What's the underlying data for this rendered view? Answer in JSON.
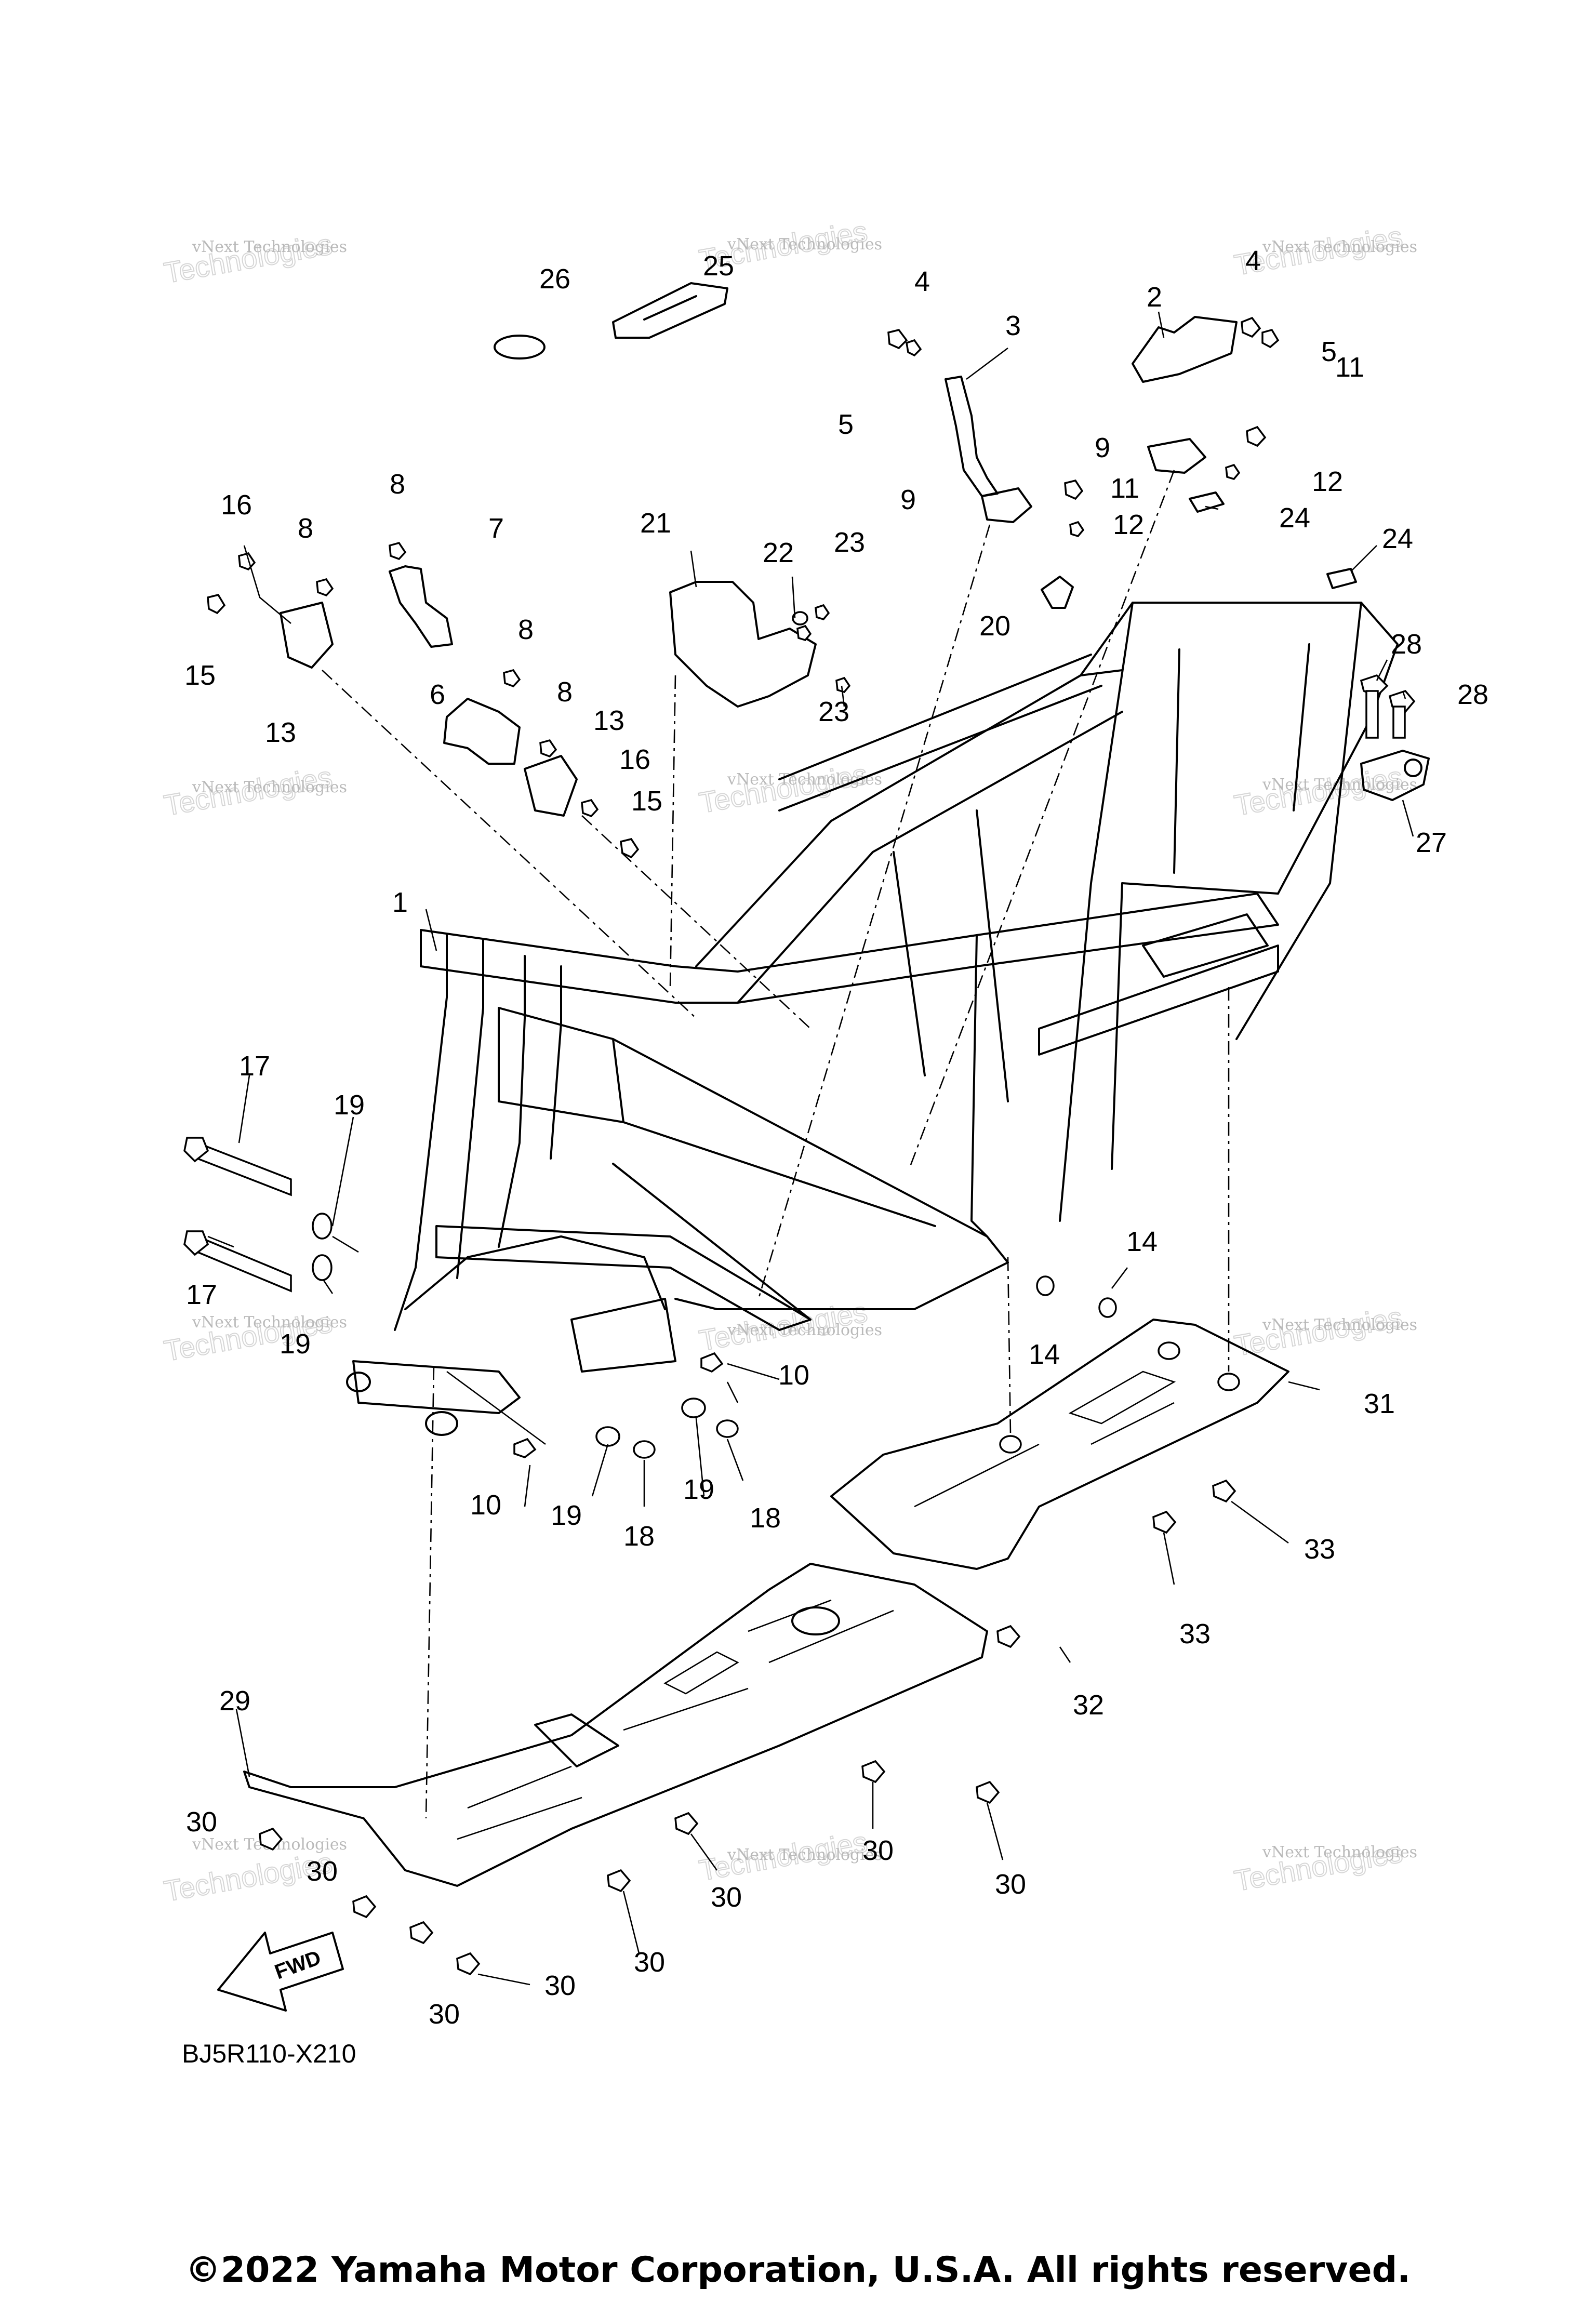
{
  "diagram": {
    "callouts": [
      "1",
      "2",
      "3",
      "4",
      "5",
      "6",
      "7",
      "8",
      "9",
      "10",
      "11",
      "12",
      "13",
      "14",
      "15",
      "16",
      "17",
      "18",
      "19",
      "20",
      "21",
      "22",
      "23",
      "24",
      "25",
      "26",
      "27",
      "28",
      "29",
      "30",
      "31",
      "32",
      "33"
    ],
    "fwd_label": "FWD",
    "reference_code": "BJ5R110-X210"
  },
  "watermark": {
    "line1": "vNext Technologies",
    "line2": "Technologies"
  },
  "footer": {
    "copyright": "©2022 Yamaha Motor Corporation, U.S.A. All rights reserved."
  }
}
